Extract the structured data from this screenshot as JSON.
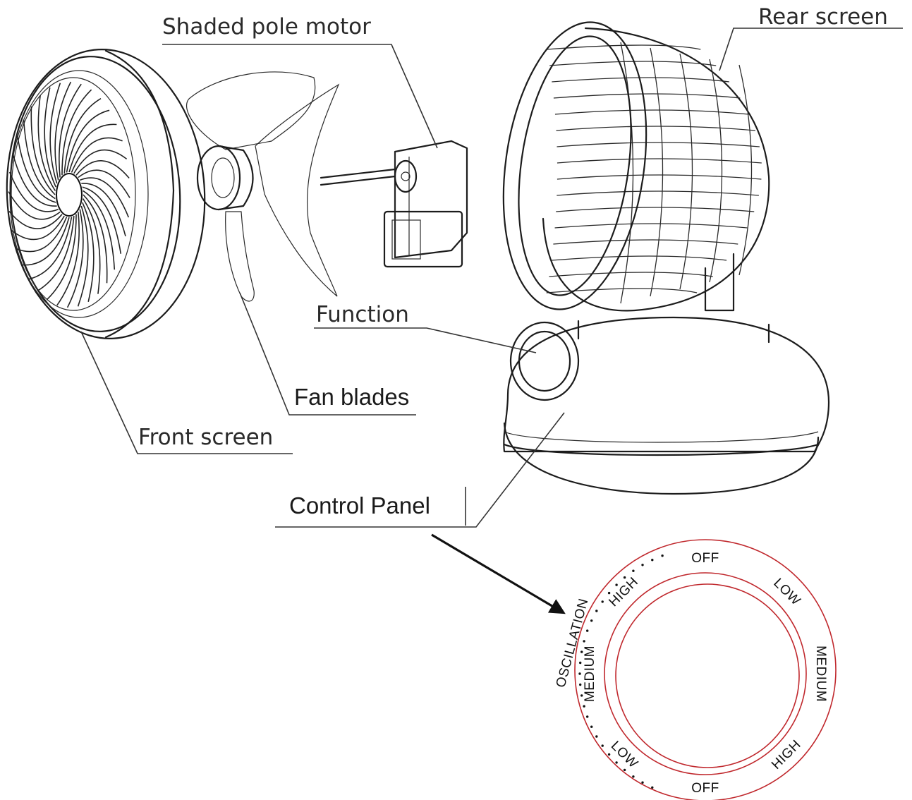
{
  "labels": {
    "shaded_pole_motor": "Shaded pole motor",
    "rear_screen": "Rear screen",
    "function": "Function",
    "fan_blades": "Fan blades",
    "front_screen": "Front screen",
    "control_panel": "Control Panel"
  },
  "dial": {
    "outer_labels": [
      "OFF",
      "LOW",
      "MEDIUM",
      "HIGH",
      "OFF",
      "LOW",
      "MEDIUM",
      "HIGH"
    ],
    "side_label": "OSCILLATION",
    "ring_color": "#c0282d"
  },
  "icons": {
    "front_screen": "front-grille-drawing",
    "fan_blades": "propeller-drawing",
    "motor": "motor-drawing",
    "rear_screen": "rear-cage-drawing",
    "base": "fan-base-drawing",
    "pointer": "arrow-icon"
  }
}
